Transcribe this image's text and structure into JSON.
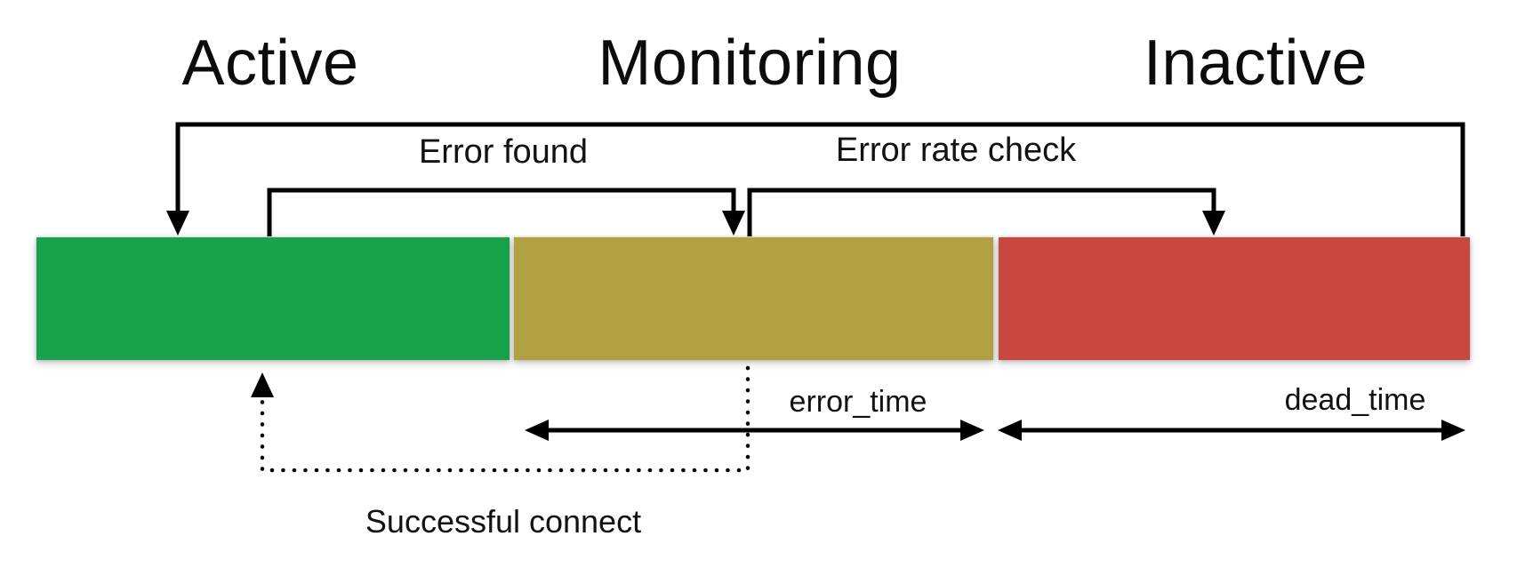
{
  "diagram": {
    "title_hint": "connection state lifecycle",
    "states": [
      {
        "id": "active",
        "label": "Active",
        "color": "#17a24b"
      },
      {
        "id": "monitoring",
        "label": "Monitoring",
        "color": "#b2a140"
      },
      {
        "id": "inactive",
        "label": "Inactive",
        "color": "#c8473e"
      }
    ],
    "transitions": [
      {
        "id": "error-found",
        "label": "Error found",
        "from": "Active",
        "to": "Monitoring",
        "line": "solid"
      },
      {
        "id": "error-rate-check",
        "label": "Error rate check",
        "from": "Monitoring",
        "to": "Inactive",
        "line": "solid"
      },
      {
        "id": "successful-connect",
        "label": "Successful connect",
        "from": "Monitoring",
        "to": "Active",
        "line": "dotted"
      },
      {
        "id": "inactive-to-active",
        "label": "",
        "from": "Inactive",
        "to": "Active",
        "line": "solid"
      }
    ],
    "intervals": [
      {
        "id": "error-time",
        "label": "error_time",
        "under": "Monitoring"
      },
      {
        "id": "dead-time",
        "label": "dead_time",
        "under": "Inactive"
      }
    ]
  }
}
